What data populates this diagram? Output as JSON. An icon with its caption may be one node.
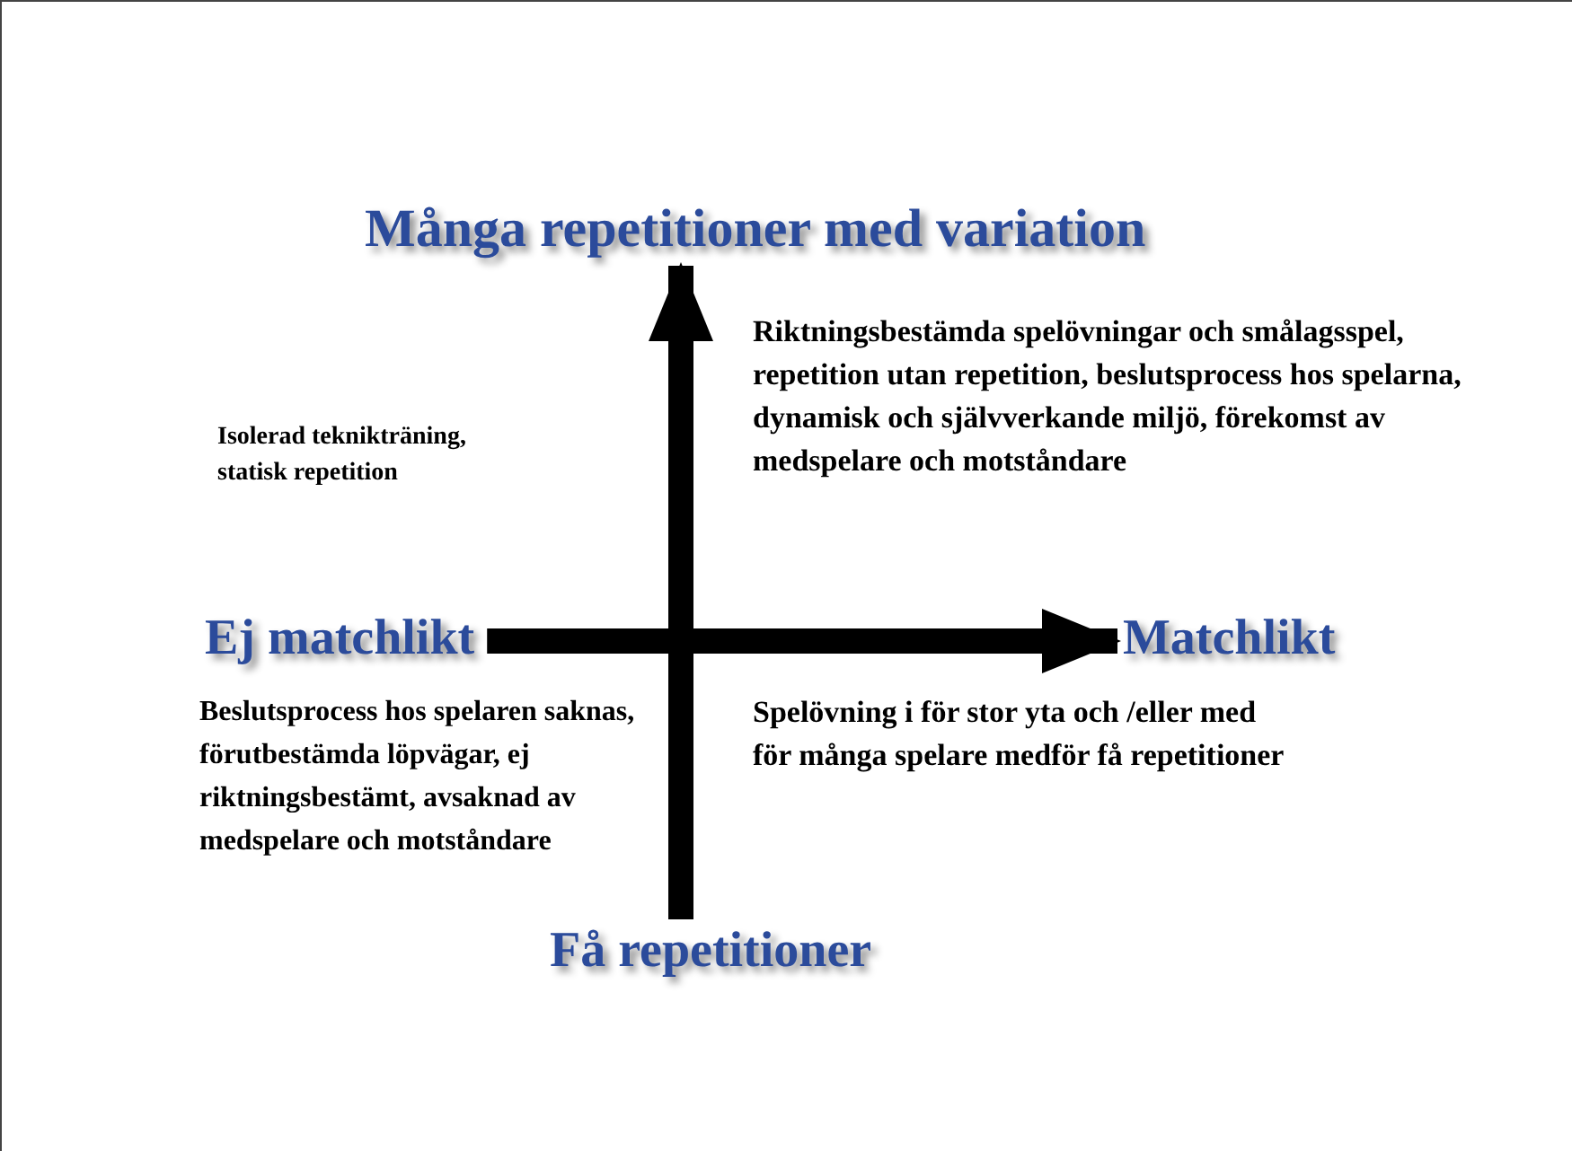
{
  "diagram": {
    "nodes": [
      {
        "text": [
          "Många repetitioner med variation"
        ]
      },
      {
        "text": [
          "Ej matchlikt"
        ]
      },
      {
        "text": [
          "Matchlikt"
        ]
      },
      {
        "text": [
          "Få repetitioner"
        ]
      }
    ],
    "edges": [
      {
        "from": 1,
        "to": 2,
        "arrow": "to"
      },
      {
        "from": 3,
        "to": 0,
        "arrow": "to"
      }
    ],
    "labels": [
      "Riktningsbestämda spelövningar och smålagsspel, repetition utan repetition, beslutsprocess hos spelarna, dynamisk och självverkande miljö, förekomst av medspelare och motståndare",
      "Isolerad teknikträning, statisk repetition",
      "Beslutsprocess hos spelaren saknas, förutbestämda löpvägar, ej riktningsbestämt, avsaknad av medspelare och motståndare",
      "Spelövning i för stor yta och /eller med för många spelare medför få repetitioner"
    ]
  }
}
